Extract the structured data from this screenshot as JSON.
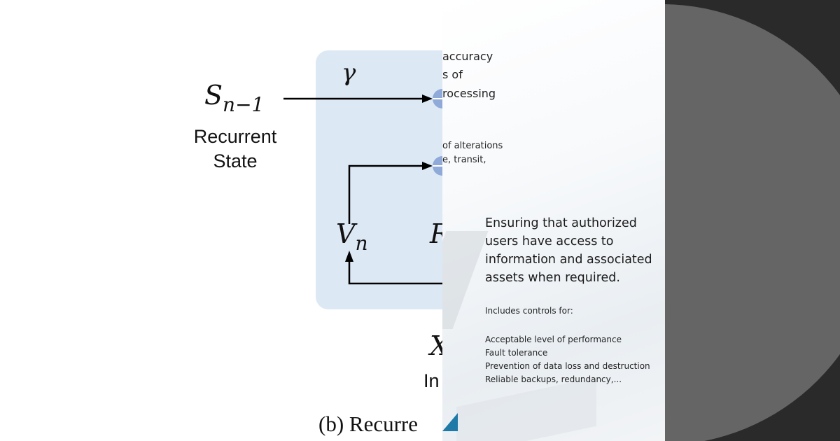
{
  "diagram": {
    "gamma": "γ",
    "state_var_base": "S",
    "state_var_sub": "n−1",
    "state_label_line1": "Recurrent",
    "state_label_line2": "State",
    "v_var_base": "V",
    "v_var_sub": "n",
    "r_partial": "R",
    "x_partial": "X",
    "input_partial": "In",
    "caption": "(b) Recurre"
  },
  "slide": {
    "fragments": [
      "accuracy",
      "s of",
      "rocessing",
      "of alterations",
      "e, transit,"
    ],
    "heading": "Ensuring that authorized users have access to information and associated assets when required.",
    "includes_label": "Includes controls for:",
    "controls": [
      "Acceptable level of performance",
      "Fault tolerance",
      "Prevention of data loss and destruction",
      "Reliable backups, redundancy,..."
    ]
  },
  "colors": {
    "diagram_box": "#dde8f5",
    "node": "#8fa9d8",
    "right_background": "#2a2a2a",
    "circle": "#656565",
    "accent_triangle": "#1f7aa8"
  }
}
